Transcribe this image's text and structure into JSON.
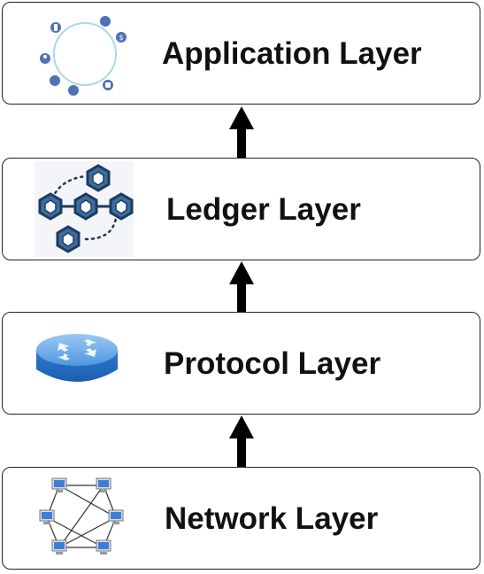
{
  "layers": [
    {
      "label": "Application Layer",
      "icon": "application-icon"
    },
    {
      "label": "Ledger Layer",
      "icon": "ledger-blocks-icon"
    },
    {
      "label": "Protocol Layer",
      "icon": "router-icon"
    },
    {
      "label": "Network Layer",
      "icon": "network-topology-icon"
    }
  ],
  "colors": {
    "border": "#222222",
    "arrow": "#000000",
    "icon_blue": "#5070b8",
    "block_navy": "#1f3a5f",
    "block_face": "#3b6fa0",
    "router": "#3a86d6"
  }
}
